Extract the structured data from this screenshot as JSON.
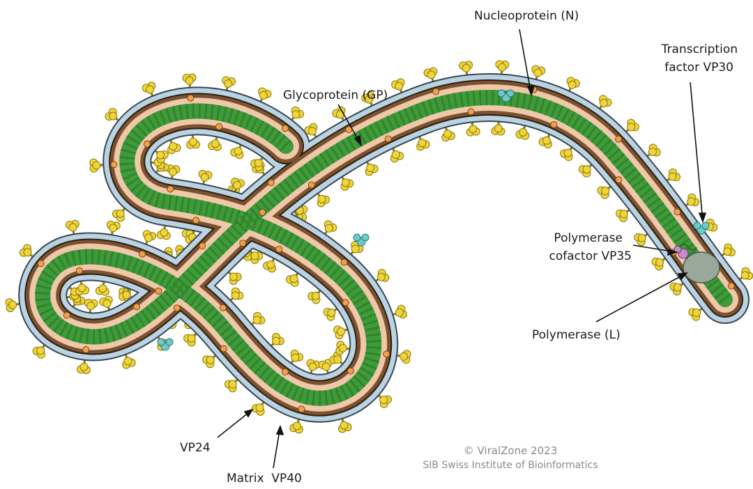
{
  "labels": {
    "nucleoprotein": "Nucleoprotein (N)",
    "glycoprotein": "Glycoprotein (GP)",
    "vp30_line1": "Transcription",
    "vp30_line2": "factor VP30",
    "vp35_line1": "Polymerase",
    "vp35_line2": "cofactor VP35",
    "polymerase": "Polymerase (L)",
    "vp24": "VP24",
    "vp40": "Matrix  VP40"
  },
  "credit": {
    "line1": "© ViralZone 2023",
    "line2": "SIB Swiss Institute of Bioinformatics"
  },
  "colors": {
    "envelope": "#b9d3e3",
    "envelope_stroke": "#3a4650",
    "matrix": "#7a5230",
    "matrix_stroke": "#2e1d10",
    "core": "#efc8a9",
    "nucleocapsid": "#3f9a3a",
    "nucleocapsid_dark": "#1f6a20",
    "glycoprotein": "#f0d43a",
    "vp24": "#f0a050",
    "vp30": "#6ec9c9",
    "vp35": "#c98ac9",
    "polymerase": "#9aa89a"
  }
}
